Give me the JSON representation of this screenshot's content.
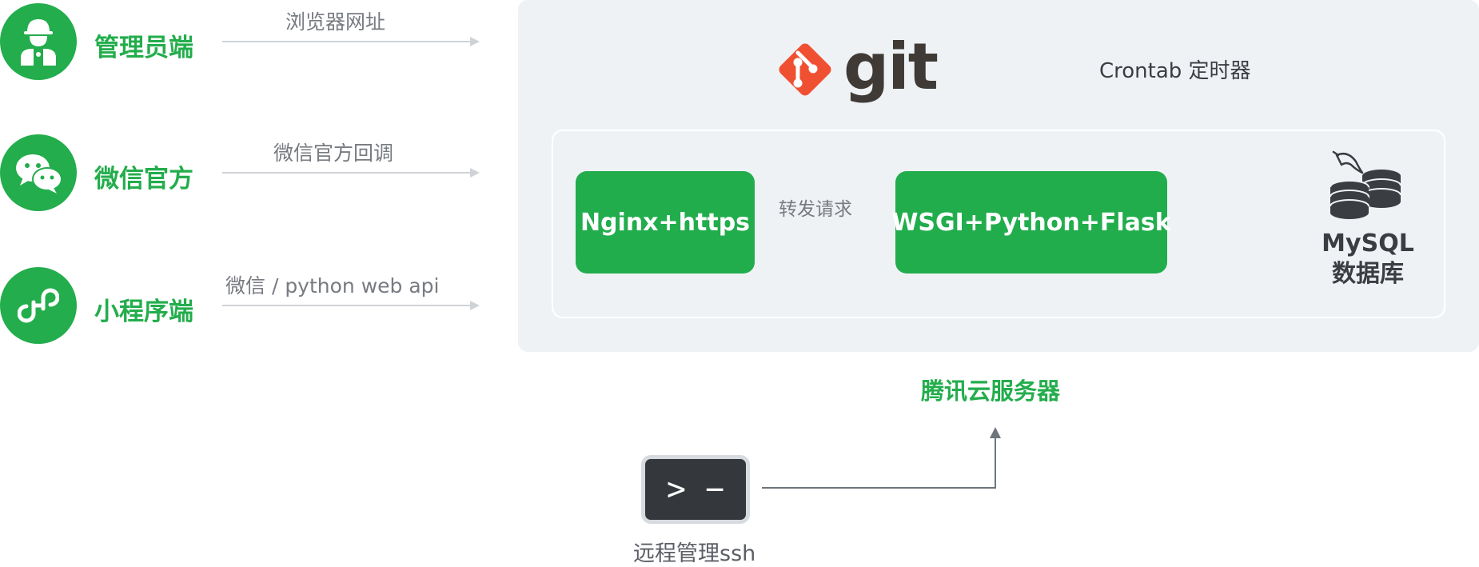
{
  "clients": [
    {
      "label": "管理员端",
      "flow": "浏览器网址",
      "icon": "admin-user-icon"
    },
    {
      "label": "微信官方",
      "flow": "微信官方回调",
      "icon": "wechat-icon"
    },
    {
      "label": "小程序端",
      "flow": "微信 / python web api",
      "icon": "mini-program-icon"
    }
  ],
  "server": {
    "git": "git",
    "crontab": "Crontab 定时器",
    "nginx": "Nginx+https",
    "forward": "转发请求",
    "wsgi": "WSGI+Python+Flask",
    "mysql_line1": "MySQL",
    "mysql_line2": "数据库",
    "cloud": "腾讯云服务器"
  },
  "ssh": {
    "prompt": "> −",
    "label": "远程管理ssh"
  },
  "colors": {
    "green": "#23ad4c",
    "panel": "#eff2f5",
    "git_orange": "#f05032",
    "arrow_light": "#cfd2d6",
    "arrow_dark": "#6f757c"
  }
}
